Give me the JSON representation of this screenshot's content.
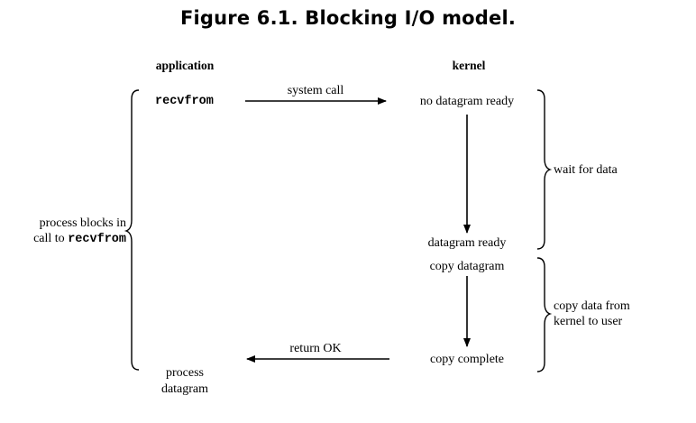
{
  "title": "Figure 6.1. Blocking I/O model.",
  "columns": {
    "application": "application",
    "kernel": "kernel"
  },
  "application": {
    "call": "recvfrom",
    "blocks_line1": "process blocks in",
    "blocks_line2_prefix": "call to ",
    "blocks_line2_code": "recvfrom",
    "process_line1": "process",
    "process_line2": "datagram"
  },
  "kernel": {
    "no_datagram": "no datagram ready",
    "datagram_ready": "datagram ready",
    "copy_datagram": "copy datagram",
    "copy_complete": "copy complete"
  },
  "arrows": {
    "system_call": "system call",
    "return_ok": "return OK"
  },
  "phases": {
    "wait": "wait for data",
    "copy_line1": "copy data from",
    "copy_line2": "kernel to user"
  }
}
